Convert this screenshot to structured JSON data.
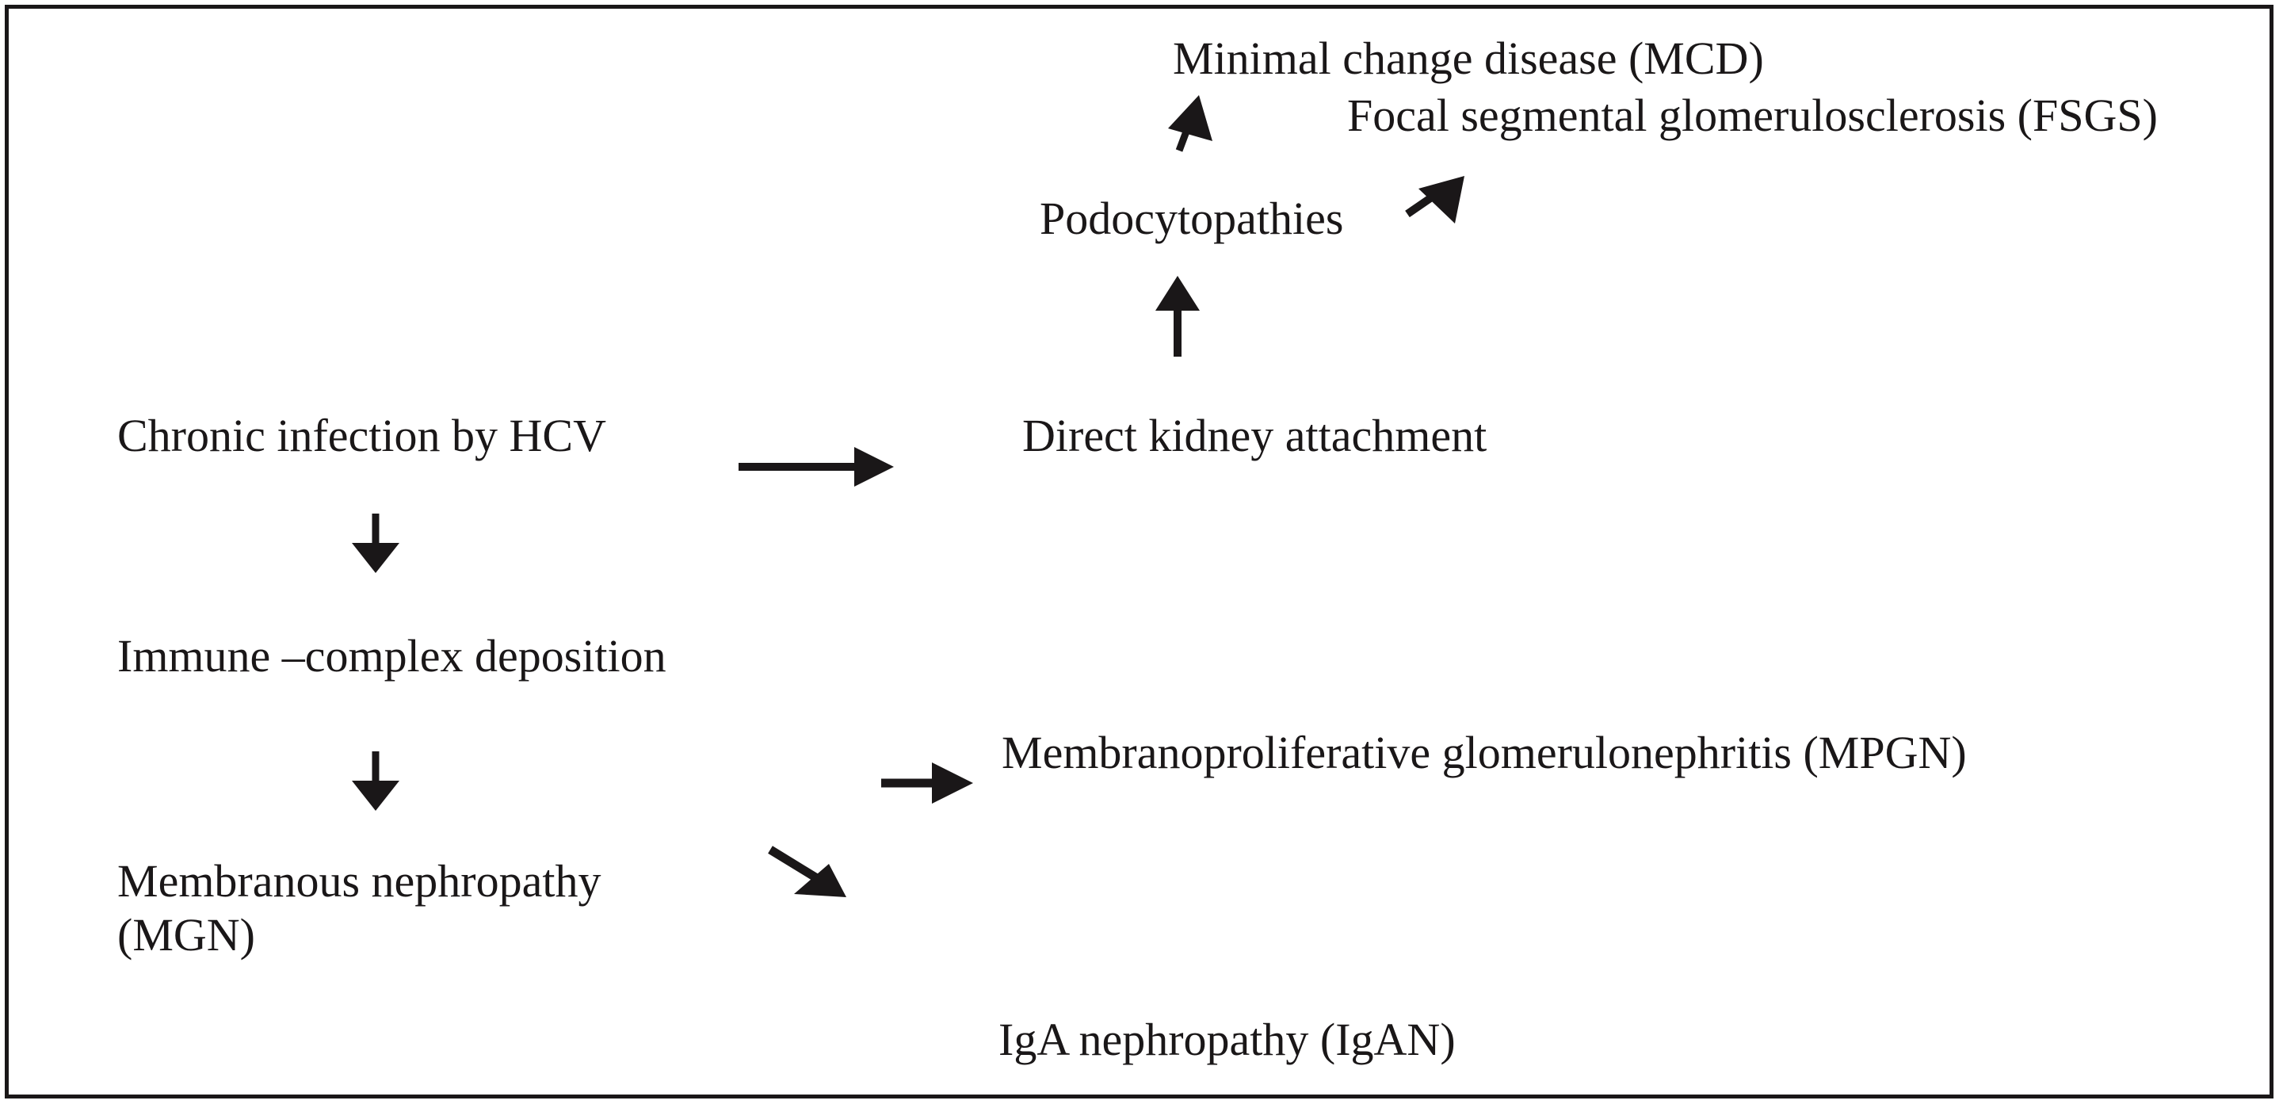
{
  "figure": {
    "kind": "flow-diagram",
    "subject": "HCV-associated kidney disease pathways",
    "border_color": "#1a1718",
    "background_color": "#ffffff",
    "text_color": "#1a1718"
  },
  "nodes": {
    "mcd": "Minimal change disease (MCD)",
    "fsgs": "Focal segmental glomerulosclerosis (FSGS)",
    "podocytopathies": "Podocytopathies",
    "chronic_infection": "Chronic infection by HCV",
    "direct_attachment": "Direct kidney attachment",
    "immune_complex": "Immune –complex deposition",
    "mpgn": "Membranoproliferative glomerulonephritis (MPGN)",
    "mgn": "Membranous nephropathy\n(MGN)",
    "igan": "IgA nephropathy (IgAN)"
  },
  "edges": [
    {
      "id": "podocytopathies-to-mcd",
      "from": "Podocytopathies",
      "to": "Minimal change disease (MCD)",
      "direction": "up-right"
    },
    {
      "id": "podocytopathies-to-fsgs",
      "from": "Podocytopathies",
      "to": "Focal segmental glomerulosclerosis (FSGS)",
      "direction": "up-right"
    },
    {
      "id": "attachment-to-podocytopathies",
      "from": "Direct kidney attachment",
      "to": "Podocytopathies",
      "direction": "up"
    },
    {
      "id": "infection-to-attachment",
      "from": "Chronic infection by HCV",
      "to": "Direct kidney attachment",
      "direction": "right"
    },
    {
      "id": "infection-to-immune-complex",
      "from": "Chronic infection by HCV",
      "to": "Immune –complex deposition",
      "direction": "down"
    },
    {
      "id": "immune-complex-to-mgn",
      "from": "Immune –complex deposition",
      "to": "Membranous nephropathy (MGN)",
      "direction": "down"
    },
    {
      "id": "immune-complex-to-mpgn",
      "from": "Immune –complex deposition",
      "to": "Membranoproliferative glomerulonephritis (MPGN)",
      "direction": "right"
    },
    {
      "id": "mgn-to-igan",
      "from": "Membranous nephropathy (MGN)",
      "to": "IgA nephropathy (IgAN)",
      "direction": "down-right"
    }
  ]
}
